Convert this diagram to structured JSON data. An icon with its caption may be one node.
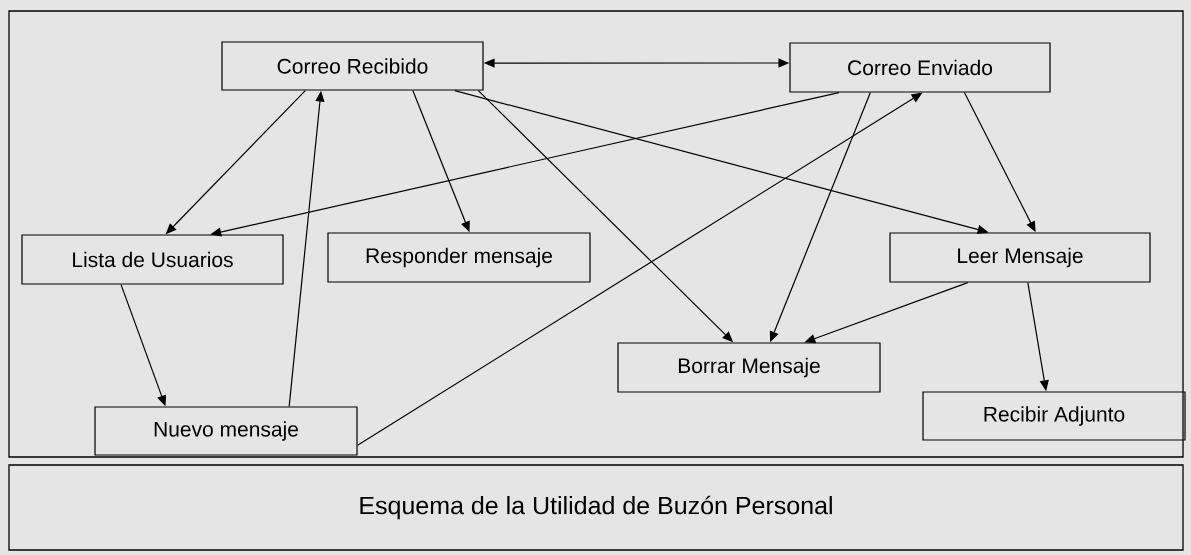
{
  "diagram": {
    "title": "Esquema de la Utilidad de Buzón Personal",
    "nodes": [
      {
        "text": [
          "Correo Recibido"
        ]
      },
      {
        "text": [
          "Correo Enviado"
        ]
      },
      {
        "text": [
          "Lista de Usuarios"
        ]
      },
      {
        "text": [
          "Responder mensaje"
        ]
      },
      {
        "text": [
          "Leer Mensaje"
        ]
      },
      {
        "text": [
          "Borrar Mensaje"
        ]
      },
      {
        "text": [
          "Recibir Adjunto"
        ]
      },
      {
        "text": [
          "Nuevo mensaje"
        ]
      }
    ],
    "edges": [
      {
        "from": 0,
        "to": 1,
        "arrow": "both"
      },
      {
        "from": 0,
        "to": 2,
        "arrow": "to"
      },
      {
        "from": 7,
        "to": 0,
        "arrow": "to"
      },
      {
        "from": 0,
        "to": 3,
        "arrow": "to"
      },
      {
        "from": 0,
        "to": 4,
        "arrow": "to"
      },
      {
        "from": 0,
        "to": 5,
        "arrow": "to"
      },
      {
        "from": 1,
        "to": 2,
        "arrow": "to"
      },
      {
        "from": 7,
        "to": 1,
        "arrow": "to"
      },
      {
        "from": 1,
        "to": 5,
        "arrow": "to"
      },
      {
        "from": 1,
        "to": 4,
        "arrow": "to"
      },
      {
        "from": 4,
        "to": 5,
        "arrow": "to"
      },
      {
        "from": 4,
        "to": 6,
        "arrow": "to"
      },
      {
        "from": 2,
        "to": 7,
        "arrow": "to"
      }
    ]
  }
}
